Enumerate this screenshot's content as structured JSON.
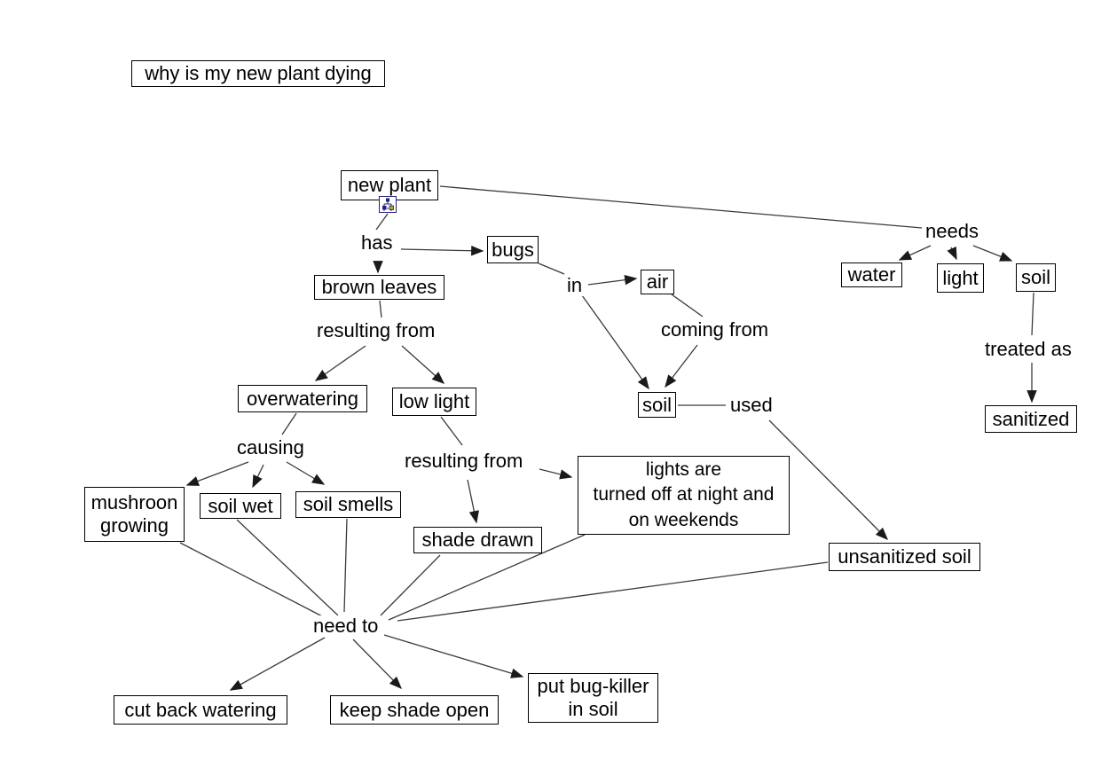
{
  "diagram": {
    "type": "concept-map",
    "background_color": "#ffffff",
    "line_color": "#3a3a3a",
    "box_border_color": "#000000",
    "text_color": "#000000",
    "icon": {
      "name": "nested-concept-map-icon",
      "border_color": "#22227e",
      "glyph_colors": [
        "#22227e",
        "#b0a42c"
      ]
    },
    "nodes": {
      "title": {
        "text": "why is my new plant dying"
      },
      "new_plant": {
        "text": "new plant"
      },
      "bugs": {
        "text": "bugs"
      },
      "brown_leaves": {
        "text": "brown leaves"
      },
      "air": {
        "text": "air"
      },
      "water": {
        "text": "water"
      },
      "light": {
        "text": "light"
      },
      "soil_need": {
        "text": "soil"
      },
      "sanitized": {
        "text": "sanitized"
      },
      "soil_source": {
        "text": "soil"
      },
      "overwatering": {
        "text": "overwatering"
      },
      "low_light": {
        "text": "low light"
      },
      "mushroon_growing": {
        "text": "mushroon\ngrowing"
      },
      "soil_wet": {
        "text": "soil wet"
      },
      "soil_smells": {
        "text": "soil smells"
      },
      "lights_are": {
        "text": "lights are\nturned off at night and\non weekends"
      },
      "shade_drawn": {
        "text": "shade drawn"
      },
      "unsanitized_soil": {
        "text": "unsanitized soil"
      },
      "cut_back_watering": {
        "text": "cut back watering"
      },
      "keep_shade_open": {
        "text": "keep shade open"
      },
      "put_bug_killer": {
        "text": "put bug-killer\nin soil"
      }
    },
    "linking_phrases": {
      "has": {
        "text": "has"
      },
      "needs": {
        "text": "needs"
      },
      "in": {
        "text": "in"
      },
      "coming_from": {
        "text": "coming from"
      },
      "treated_as": {
        "text": "treated as"
      },
      "used": {
        "text": "used"
      },
      "resulting_from_1": {
        "text": "resulting from"
      },
      "causing": {
        "text": "causing"
      },
      "resulting_from_2": {
        "text": "resulting from"
      },
      "need_to": {
        "text": "need to"
      }
    },
    "propositions": [
      {
        "source": "new plant",
        "phrase": "has",
        "targets": [
          "bugs",
          "brown leaves"
        ]
      },
      {
        "source": "new plant",
        "phrase": "needs",
        "targets": [
          "water",
          "light",
          "soil"
        ]
      },
      {
        "source": "bugs",
        "phrase": "in",
        "targets": [
          "air",
          "soil"
        ]
      },
      {
        "source": "air",
        "phrase": "coming from",
        "targets": [
          "soil"
        ]
      },
      {
        "source": "soil",
        "phrase": "treated as",
        "targets": [
          "sanitized"
        ]
      },
      {
        "source": "soil",
        "phrase": "used",
        "targets": [
          "unsanitized soil"
        ]
      },
      {
        "source": "brown leaves",
        "phrase": "resulting from",
        "targets": [
          "overwatering",
          "low light"
        ]
      },
      {
        "source": "overwatering",
        "phrase": "causing",
        "targets": [
          "mushroon growing",
          "soil wet",
          "soil smells"
        ]
      },
      {
        "source": "low light",
        "phrase": "resulting from",
        "targets": [
          "lights are turned off at night and on weekends",
          "shade drawn"
        ]
      },
      {
        "source": "mushroon growing / soil wet / soil smells / shade drawn / lights are... / unsanitized soil",
        "phrase": "need to",
        "targets": [
          "cut back watering",
          "keep shade open",
          "put bug-killer in soil"
        ]
      }
    ]
  }
}
